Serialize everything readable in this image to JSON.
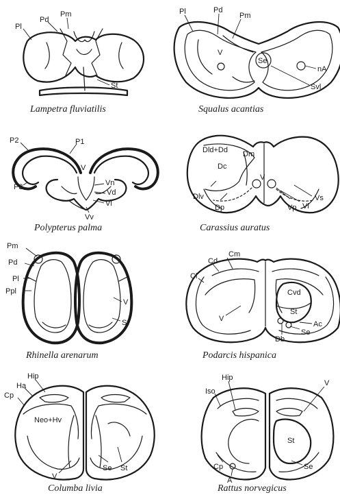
{
  "panels": [
    {
      "species": "Lampetra fluviatilis",
      "labels": [
        "Pl",
        "Pd",
        "Pm",
        "St"
      ]
    },
    {
      "species": "Squalus acantias",
      "labels": [
        "Pl",
        "Pd",
        "Pm",
        "V",
        "Se",
        "nA",
        "Svl"
      ]
    },
    {
      "species": "Polypterus palma",
      "labels": [
        "P2",
        "P1",
        "P3",
        "V",
        "Vn",
        "Vd",
        "Vl",
        "Vv"
      ]
    },
    {
      "species": "Carassius auratus",
      "labels": [
        "Dld+Dd",
        "Dm",
        "Dc",
        "V",
        "Dlv",
        "Dp",
        "Vp",
        "Vl",
        "Vs"
      ]
    },
    {
      "species": "Rhinella arenarum",
      "labels": [
        "Pm",
        "Pd",
        "Pl",
        "Ppl",
        "V",
        "St"
      ]
    },
    {
      "species": "Podarcis hispanica",
      "labels": [
        "Cm",
        "Cd",
        "Cl",
        "Cvd",
        "St",
        "V",
        "Db",
        "Se",
        "Ac"
      ]
    },
    {
      "species": "Columba livia",
      "labels": [
        "Hip",
        "Ha",
        "Cp",
        "Neo+Hv",
        "V",
        "Se",
        "St"
      ]
    },
    {
      "species": "Rattus norvegicus",
      "labels": [
        "Hip",
        "Iso",
        "V",
        "St",
        "Cp",
        "A",
        "Se"
      ]
    }
  ]
}
